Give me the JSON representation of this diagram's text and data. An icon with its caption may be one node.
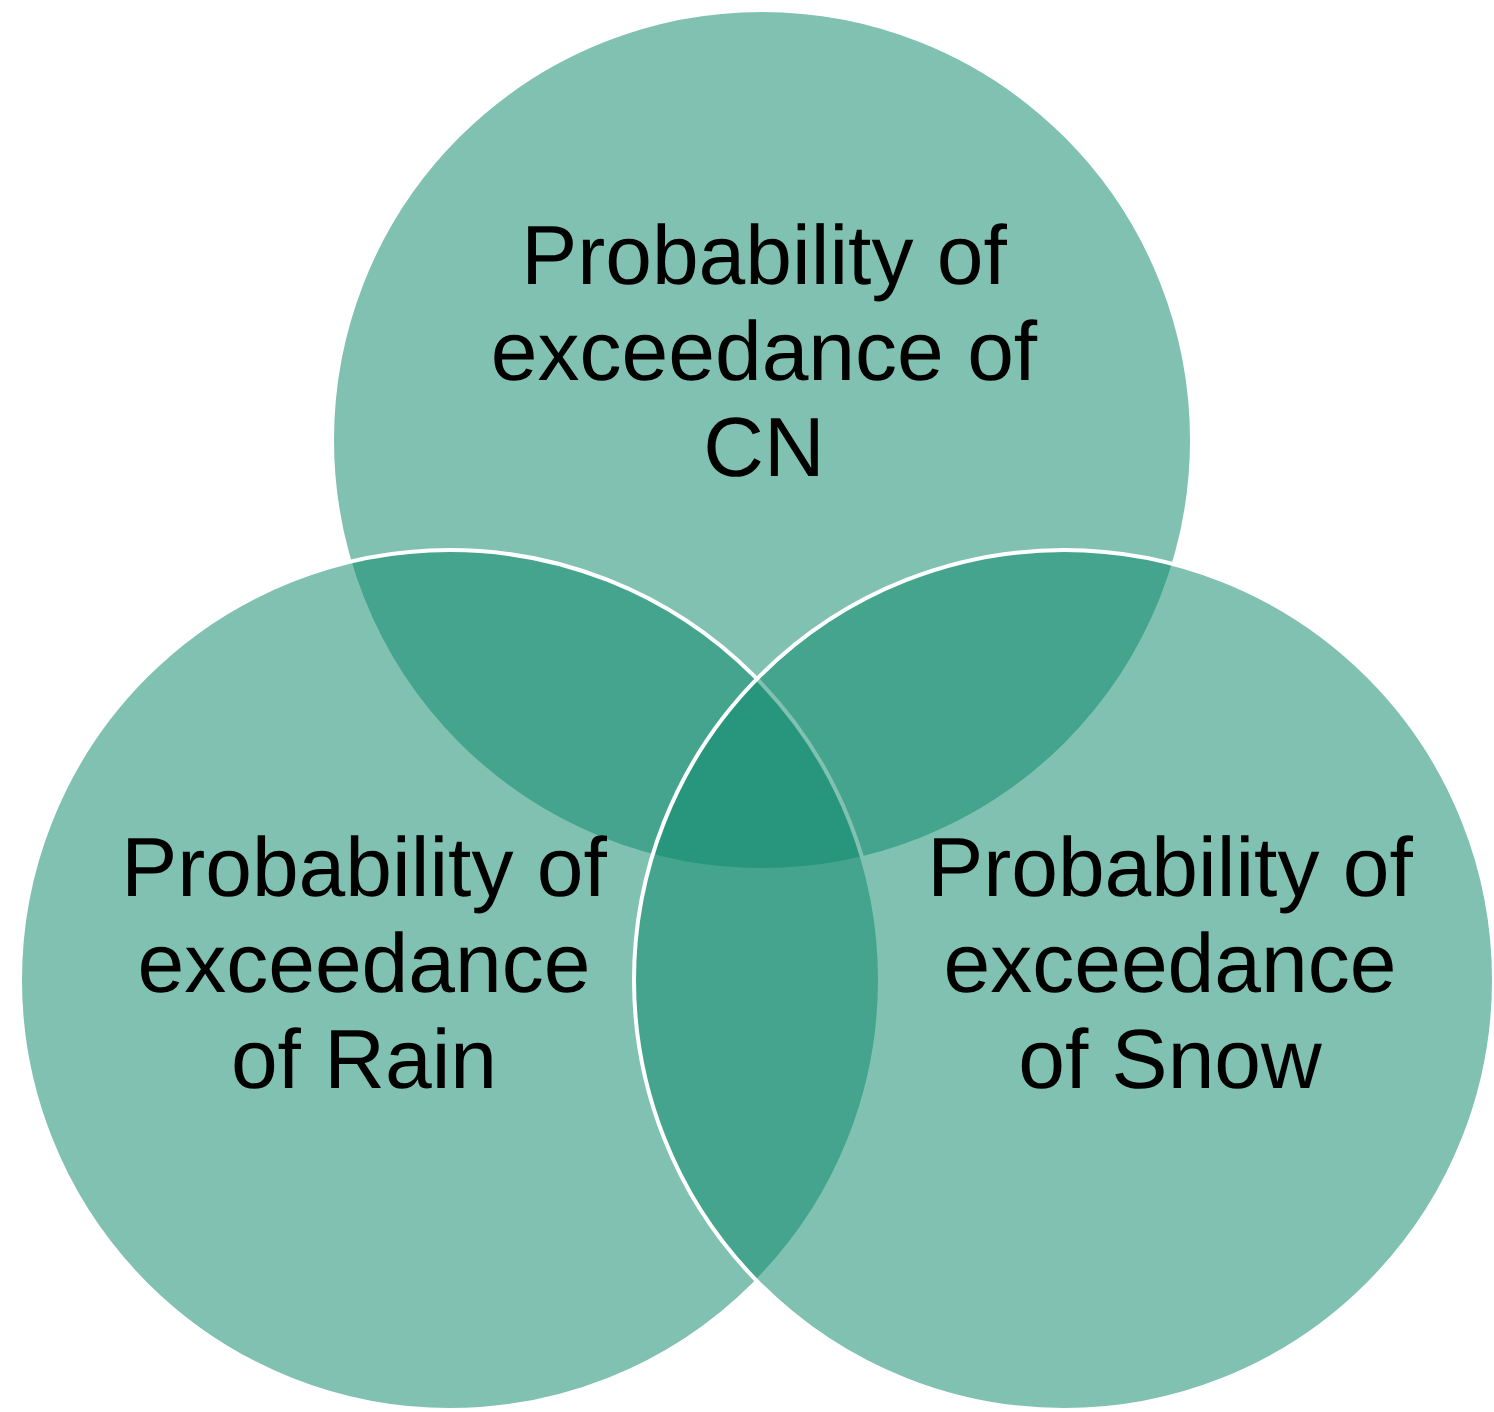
{
  "diagram": {
    "nodes": [
      {
        "text": [
          "Probability of exceedance of CN"
        ]
      },
      {
        "text": [
          "Probability of exceedance of Rain"
        ]
      },
      {
        "text": [
          "Probability of exceedance of Snow"
        ]
      }
    ]
  }
}
